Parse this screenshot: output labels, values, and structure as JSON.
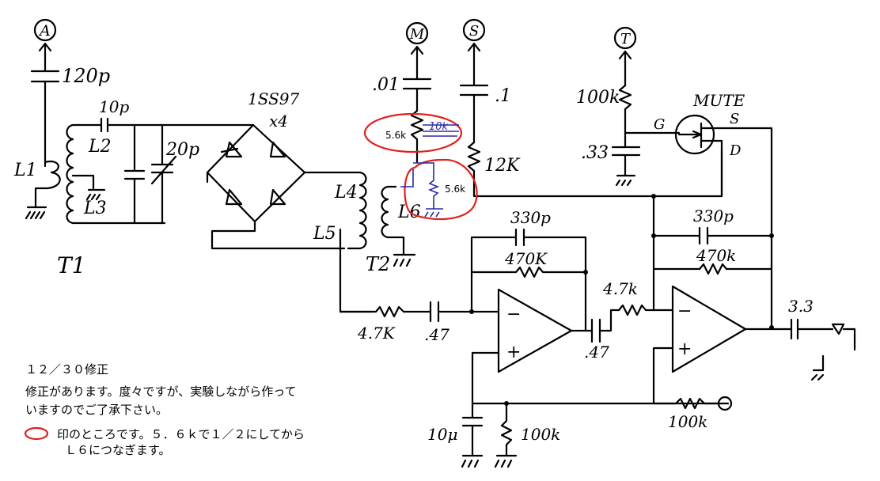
{
  "terminals": {
    "A": "A",
    "M": "M",
    "S": "S",
    "T": "T"
  },
  "labels": {
    "c_120p": "120p",
    "c_10p": "10p",
    "c_20p": "20p",
    "diodes": "1SS97",
    "diodes_count": "x4",
    "L1": "L1",
    "L2": "L2",
    "L3": "L3",
    "L4": "L4",
    "L5": "L5",
    "L6": "L6",
    "T1": "T1",
    "T2": "T2",
    "c_01": ".01",
    "c_1": ".1",
    "r_12k": "12K",
    "r_100k_top": "100k",
    "c_33": ".33",
    "mute": "MUTE",
    "g": "G",
    "s": "S",
    "d": "D",
    "c_330p_1": "330p",
    "r_470k_1": "470K",
    "c_330p_2": "330p",
    "r_470k_2": "470k",
    "r_47k_1": "4.7K",
    "c_47_1": ".47",
    "r_47k_2": "4.7k",
    "c_47_2": ".47",
    "c_33out": "3.3",
    "c_10u": "10μ",
    "r_100k_bias": "100k",
    "r_100k_out": "100k",
    "r_56k_a": "5.6k",
    "r_10k_struck": "10k",
    "r_56k_b": "5.6k",
    "minus": "−",
    "plus": "+"
  },
  "notes": {
    "title": "１２／３０修正",
    "line1": "修正があります。度々ですが、実験しながら作って",
    "line2": "いますのでご了承下さい。",
    "legend_line1": "印のところです。５．６ｋで１／２にしてから",
    "legend_line2": "Ｌ６につなぎます。"
  },
  "colors": {
    "ink": "#000000",
    "correction_red": "#e0201c",
    "correction_blue": "#2a2aa8"
  }
}
